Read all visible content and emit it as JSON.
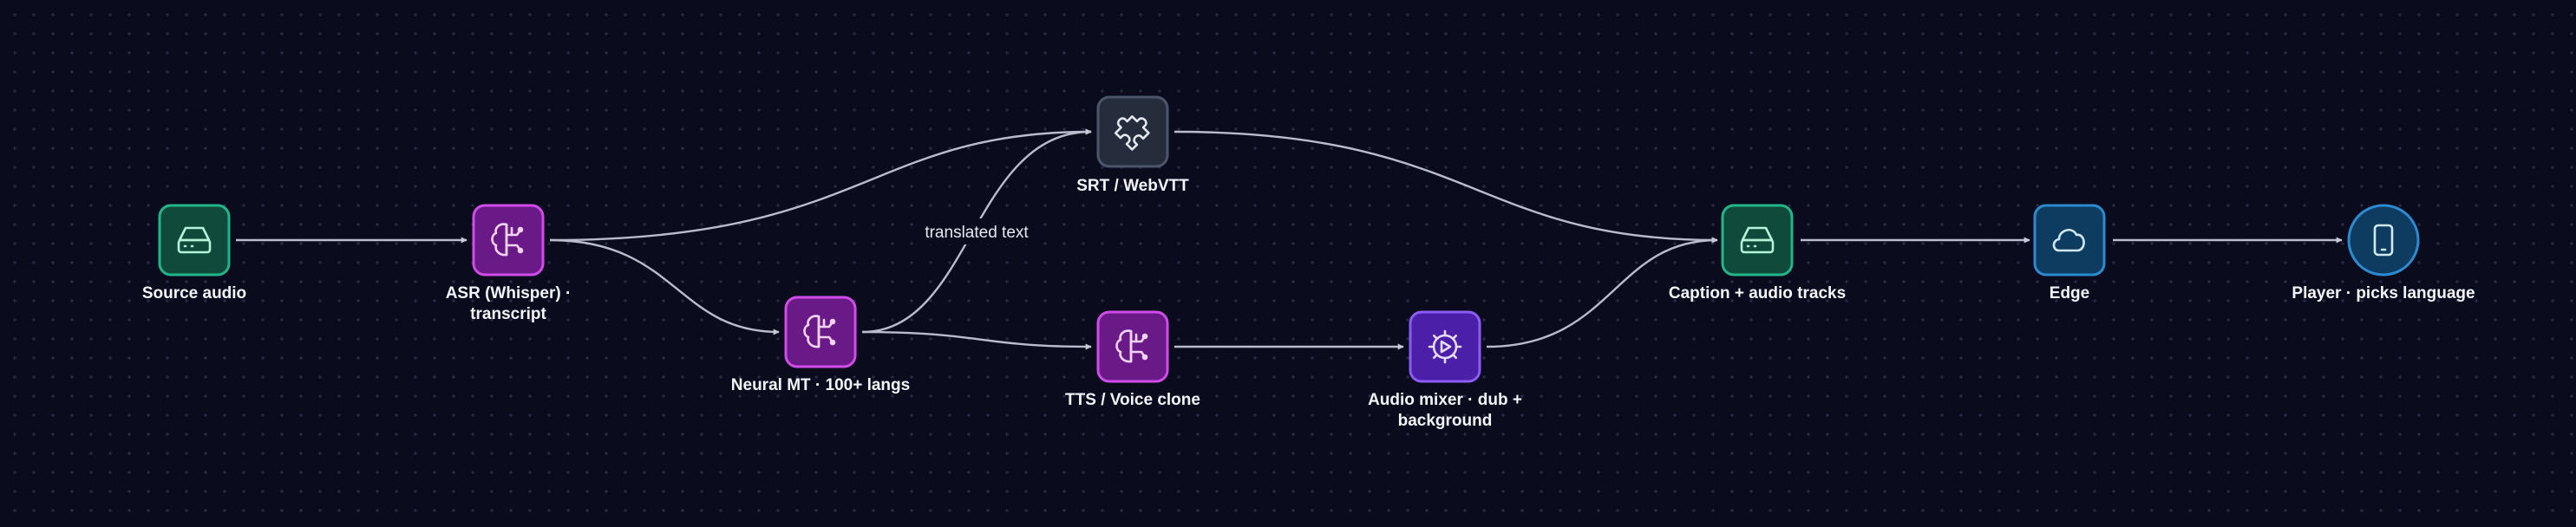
{
  "nodes": {
    "source_audio": {
      "label": "Source audio",
      "icon": "storage-drive-icon"
    },
    "asr": {
      "label_line1": "ASR (Whisper) ·",
      "label_line2": "transcript",
      "icon": "brain-icon"
    },
    "neural_mt": {
      "label": "Neural MT · 100+ langs",
      "icon": "brain-icon"
    },
    "srt": {
      "label": "SRT / WebVTT",
      "icon": "puzzle-icon"
    },
    "tts": {
      "label": "TTS / Voice clone",
      "icon": "brain-icon"
    },
    "mixer": {
      "label_line1": "Audio mixer · dub +",
      "label_line2": "background",
      "icon": "gear-play-icon"
    },
    "caption_tracks": {
      "label": "Caption + audio tracks",
      "icon": "storage-drive-icon"
    },
    "edge": {
      "label": "Edge",
      "icon": "cloud-icon"
    },
    "player": {
      "label": "Player · picks language",
      "icon": "smartphone-icon"
    }
  },
  "edges": {
    "mt_to_srt": {
      "label": "translated text"
    }
  },
  "colors": {
    "background": "#0b0b1e",
    "storage_fill": "#0f4a3a",
    "storage_stroke": "#23b58a",
    "storage_icon": "#b6f3dc",
    "ai_fill": "#6a1a87",
    "ai_stroke": "#d04ce8",
    "ai_icon": "#f6d3ff",
    "format_fill": "#252c3c",
    "format_stroke": "#4c566b",
    "format_icon": "#e2e6ef",
    "process_fill": "#4c1fa8",
    "process_stroke": "#8c5cf5",
    "process_icon": "#e6dcff",
    "network_fill": "#0e3c60",
    "network_stroke": "#2b8ad0",
    "network_icon": "#cfe8fb",
    "edge_line": "#b9bccb"
  }
}
